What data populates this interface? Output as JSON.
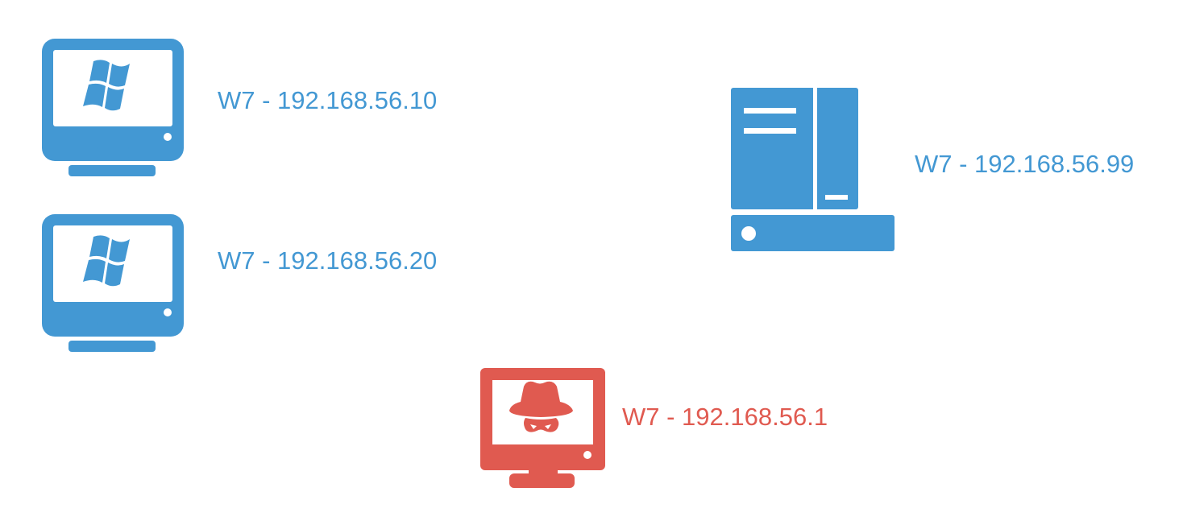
{
  "colors": {
    "host": "#4398d3",
    "attacker": "#e05a50"
  },
  "nodes": [
    {
      "icon": "windows-monitor-icon",
      "label": "W7 - 192.168.56.10"
    },
    {
      "icon": "windows-monitor-icon",
      "label": "W7 - 192.168.56.20"
    },
    {
      "icon": "server-icon",
      "label": "W7 - 192.168.56.99"
    },
    {
      "icon": "hacker-monitor-icon",
      "label": "W7 - 192.168.56.1"
    }
  ]
}
